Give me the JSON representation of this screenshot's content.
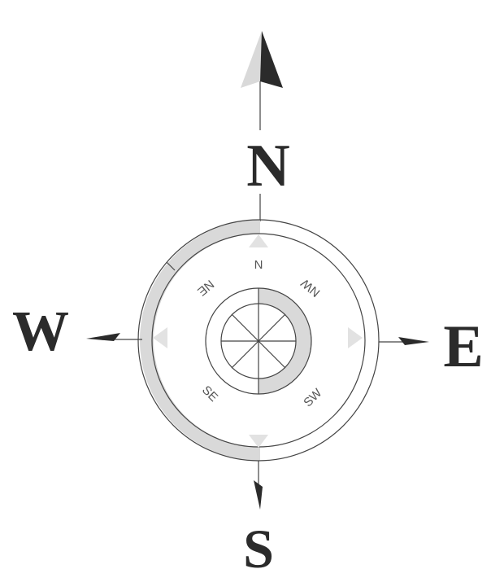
{
  "compass": {
    "cardinals": {
      "north": "N",
      "south": "S",
      "east": "E",
      "west": "W"
    },
    "inner_labels": {
      "north": "N",
      "upper_left": "NE",
      "upper_right": "NW",
      "lower_left": "SE",
      "lower_right": "SW"
    },
    "colors": {
      "ink": "#2b2b2b",
      "ring_shade": "#d9d9d9",
      "background": "#ffffff"
    }
  }
}
